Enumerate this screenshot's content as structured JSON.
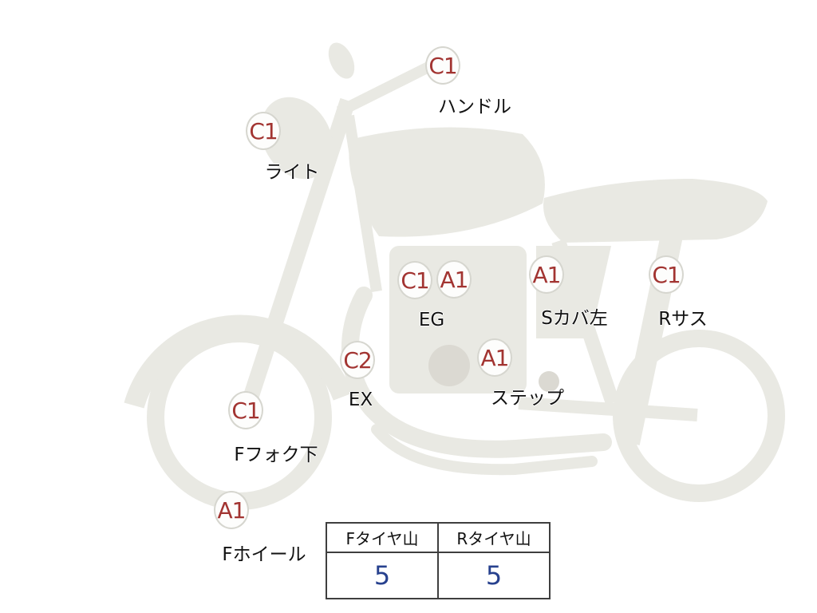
{
  "diagram": {
    "markers": [
      {
        "id": "handlebar",
        "grades": [
          "C1"
        ],
        "label": "ハンドル"
      },
      {
        "id": "light",
        "grades": [
          "C1"
        ],
        "label": "ライト"
      },
      {
        "id": "engine",
        "grades": [
          "C1",
          "A1"
        ],
        "label": "EG"
      },
      {
        "id": "side-cover-left",
        "grades": [
          "A1"
        ],
        "label": "Sカバ左"
      },
      {
        "id": "rear-suspension",
        "grades": [
          "C1"
        ],
        "label": "Rサス"
      },
      {
        "id": "exhaust",
        "grades": [
          "C2"
        ],
        "label": "EX"
      },
      {
        "id": "step",
        "grades": [
          "A1"
        ],
        "label": "ステップ"
      },
      {
        "id": "front-fork-lower",
        "grades": [
          "C1"
        ],
        "label": "Fフォク下"
      },
      {
        "id": "front-wheel",
        "grades": [
          "A1"
        ],
        "label": "Fホイール"
      }
    ]
  },
  "tire_table": {
    "columns": [
      {
        "header": "Fタイヤ山",
        "value": "5"
      },
      {
        "header": "Rタイヤ山",
        "value": "5"
      }
    ]
  },
  "colors": {
    "grade_text": "#a23431",
    "tire_value_text": "#27418e",
    "sketch_gray": "#e9e9e3",
    "sketch_dark_gray": "#dbd9d2",
    "table_border": "#3f3f3f"
  }
}
